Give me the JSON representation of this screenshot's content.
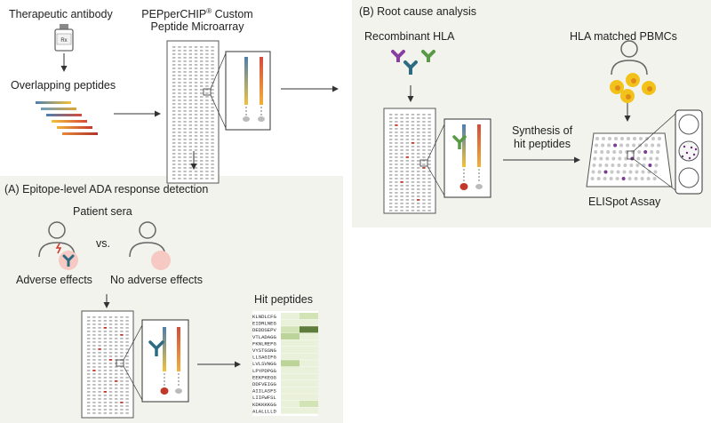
{
  "colors": {
    "panel_bg": "#f1f3ec",
    "hit_red": "#c0392b",
    "purple": "#7b3d8f",
    "teal": "#2d6b82",
    "green": "#5a9a46",
    "yellow_cell": "#f3c21a",
    "heat_high": "#5f7d3a",
    "heat_mid": "#c9dca8",
    "heat_low": "#e7f0d5"
  },
  "top": {
    "therapeutic_antibody": "Therapeutic antibody",
    "vial_label": "Rx",
    "overlapping_peptides": "Overlapping peptides",
    "chip_title_line1": "PEPperCHIP",
    "chip_reg": "®",
    "chip_title_line1_rest": " Custom",
    "chip_title_line2": "Peptide Microarray"
  },
  "panel_b": {
    "title": "(B) Root cause analysis",
    "recombinant_hla": "Recombinant HLA",
    "hla_pbmcs": "HLA matched PBMCs",
    "synthesis_line1": "Synthesis of",
    "synthesis_line2": "hit peptides",
    "elispot": "ELISpot Assay"
  },
  "panel_a": {
    "title": "(A) Epitope-level ADA response detection",
    "patient_sera": "Patient sera",
    "vs": "vs.",
    "adverse": "Adverse effects",
    "no_adverse": "No adverse effects",
    "hit_peptides_title": "Hit peptides",
    "peptides": [
      "KLNDLCFG",
      "EIDRLNEG",
      "DEDDSEPV",
      "VTLADAGG",
      "FKNLREFG",
      "VYSTGSNG",
      "LLSAGIFG",
      "LVLSVNGG",
      "LPYPDPGG",
      "EEKFKEGG",
      "DDFVEIGG",
      "AIILASFS",
      "LIIFWFSL",
      "KDKKKKGG",
      "ALALLLLD"
    ],
    "heat_levels": [
      [
        0,
        1
      ],
      [
        0,
        0
      ],
      [
        1,
        3
      ],
      [
        2,
        0
      ],
      [
        0,
        0
      ],
      [
        0,
        0
      ],
      [
        0,
        0
      ],
      [
        2,
        0
      ],
      [
        0,
        0
      ],
      [
        0,
        0
      ],
      [
        0,
        0
      ],
      [
        0,
        0
      ],
      [
        0,
        0
      ],
      [
        0,
        1
      ],
      [
        0,
        0
      ]
    ]
  }
}
